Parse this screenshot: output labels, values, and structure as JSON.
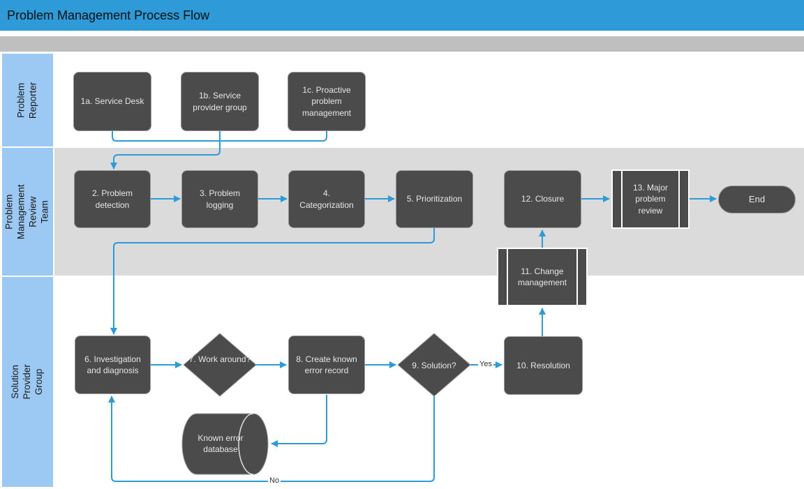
{
  "title": "Problem Management Process Flow",
  "lanes": [
    {
      "label": "Problem\nReporter"
    },
    {
      "label": "Problem\nManagement Review\nTeam"
    },
    {
      "label": "Solution Provider Group"
    }
  ],
  "nodes": {
    "n1a": "1a. Service Desk",
    "n1b": "1b. Service provider group",
    "n1c": "1c. Proactive problem management",
    "n2": "2. Problem detection",
    "n3": "3. Problem logging",
    "n4": "4.\nCategorization",
    "n5": "5. Prioritization",
    "n6": "6. Investigation and diagnosis",
    "n7": "7. Work around?",
    "n8": "8. Create known error record",
    "n9": "9. Solution?",
    "n10": "10. Resolution",
    "n11": "11. Change management",
    "n12": "12. Closure",
    "n13": "13. Major problem review",
    "end": "End",
    "database": "Known error database"
  },
  "edge_labels": {
    "yes": "Yes",
    "no": "No"
  },
  "colors": {
    "header_bg": "#2E9AD7",
    "phase_bar": "#BFBFBF",
    "lane_label_bg": "#9CC9F3",
    "lane2_bg": "#DBDBDB",
    "node_fill": "#4B4B4B",
    "node_border": "#999999",
    "node_text": "#E6E6E6",
    "connector": "#2E9BD9"
  }
}
